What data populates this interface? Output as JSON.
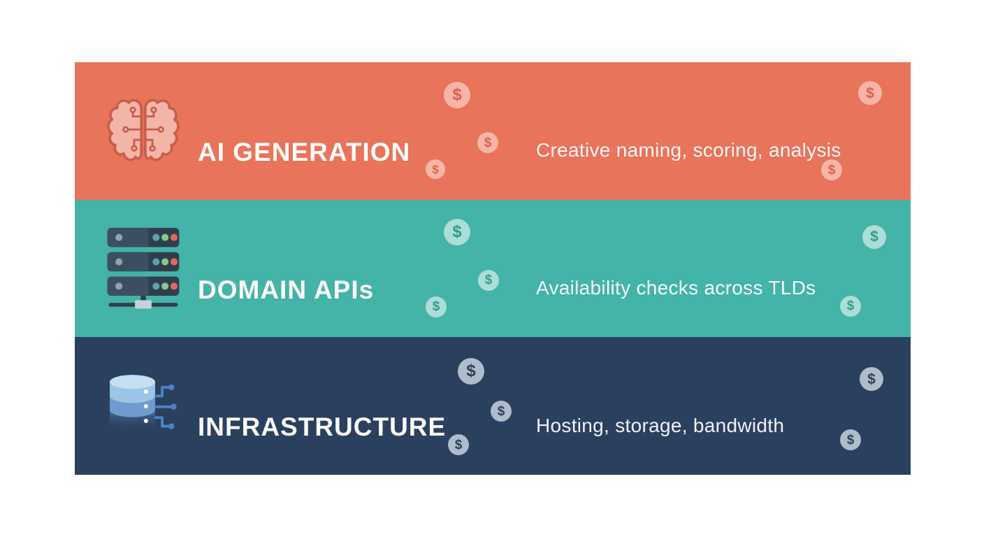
{
  "banner": {
    "coin_symbol": "$",
    "rows": [
      {
        "title": "AI GENERATION",
        "description": "Creative naming, scoring, analysis",
        "icon": "brain-circuit-icon",
        "bg_color": "#E8745B",
        "coin_bg": "#F6B4A7",
        "coin_glyph_color": "#DB604C"
      },
      {
        "title": "DOMAIN APIs",
        "description": "Availability checks across TLDs",
        "icon": "server-stack-icon",
        "bg_color": "#44B3A8",
        "coin_bg": "#ABDED6",
        "coin_glyph_color": "#349B8F"
      },
      {
        "title": "INFRASTRUCTURE",
        "description": "Hosting, storage, bandwidth",
        "icon": "database-network-icon",
        "bg_color": "#2B405F",
        "coin_bg": "#AFBCCB",
        "coin_glyph_color": "#2B3F5C"
      }
    ]
  }
}
